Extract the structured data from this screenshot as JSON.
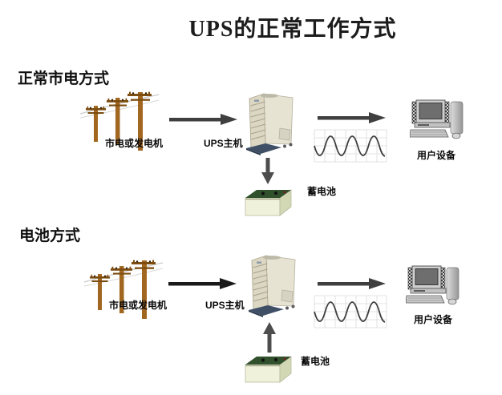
{
  "title": "UPS的正常工作方式",
  "sections": [
    {
      "heading": "正常市电方式",
      "source_label": "市电或发电机",
      "ups_label": "UPS主机",
      "battery_label": "蓄电池",
      "load_label": "用户设备",
      "battery_flow": "ups-to-battery"
    },
    {
      "heading": "电池方式",
      "source_label": "市电或发电机",
      "ups_label": "UPS主机",
      "battery_label": "蓄电池",
      "load_label": "用户设备",
      "battery_flow": "battery-to-ups"
    }
  ],
  "icons": {
    "power_poles": "power-poles-icon",
    "ups_tower": "ups-tower-icon",
    "battery": "battery-icon",
    "sine_wave": "sine-wave-icon",
    "computer": "computer-icon"
  },
  "colors": {
    "pole_brown": "#a1661f",
    "pole_arm_dark": "#7c4c10",
    "arrow_dark_gray": "#3f3f3f",
    "arrow_black": "#1a1a1a",
    "arrow_mid_gray": "#4d4d4d",
    "battery_top_green": "#31502c",
    "battery_body": "#eff1da",
    "ups_base_navy": "#3f5066",
    "wave_stroke": "#3d3d3d"
  }
}
